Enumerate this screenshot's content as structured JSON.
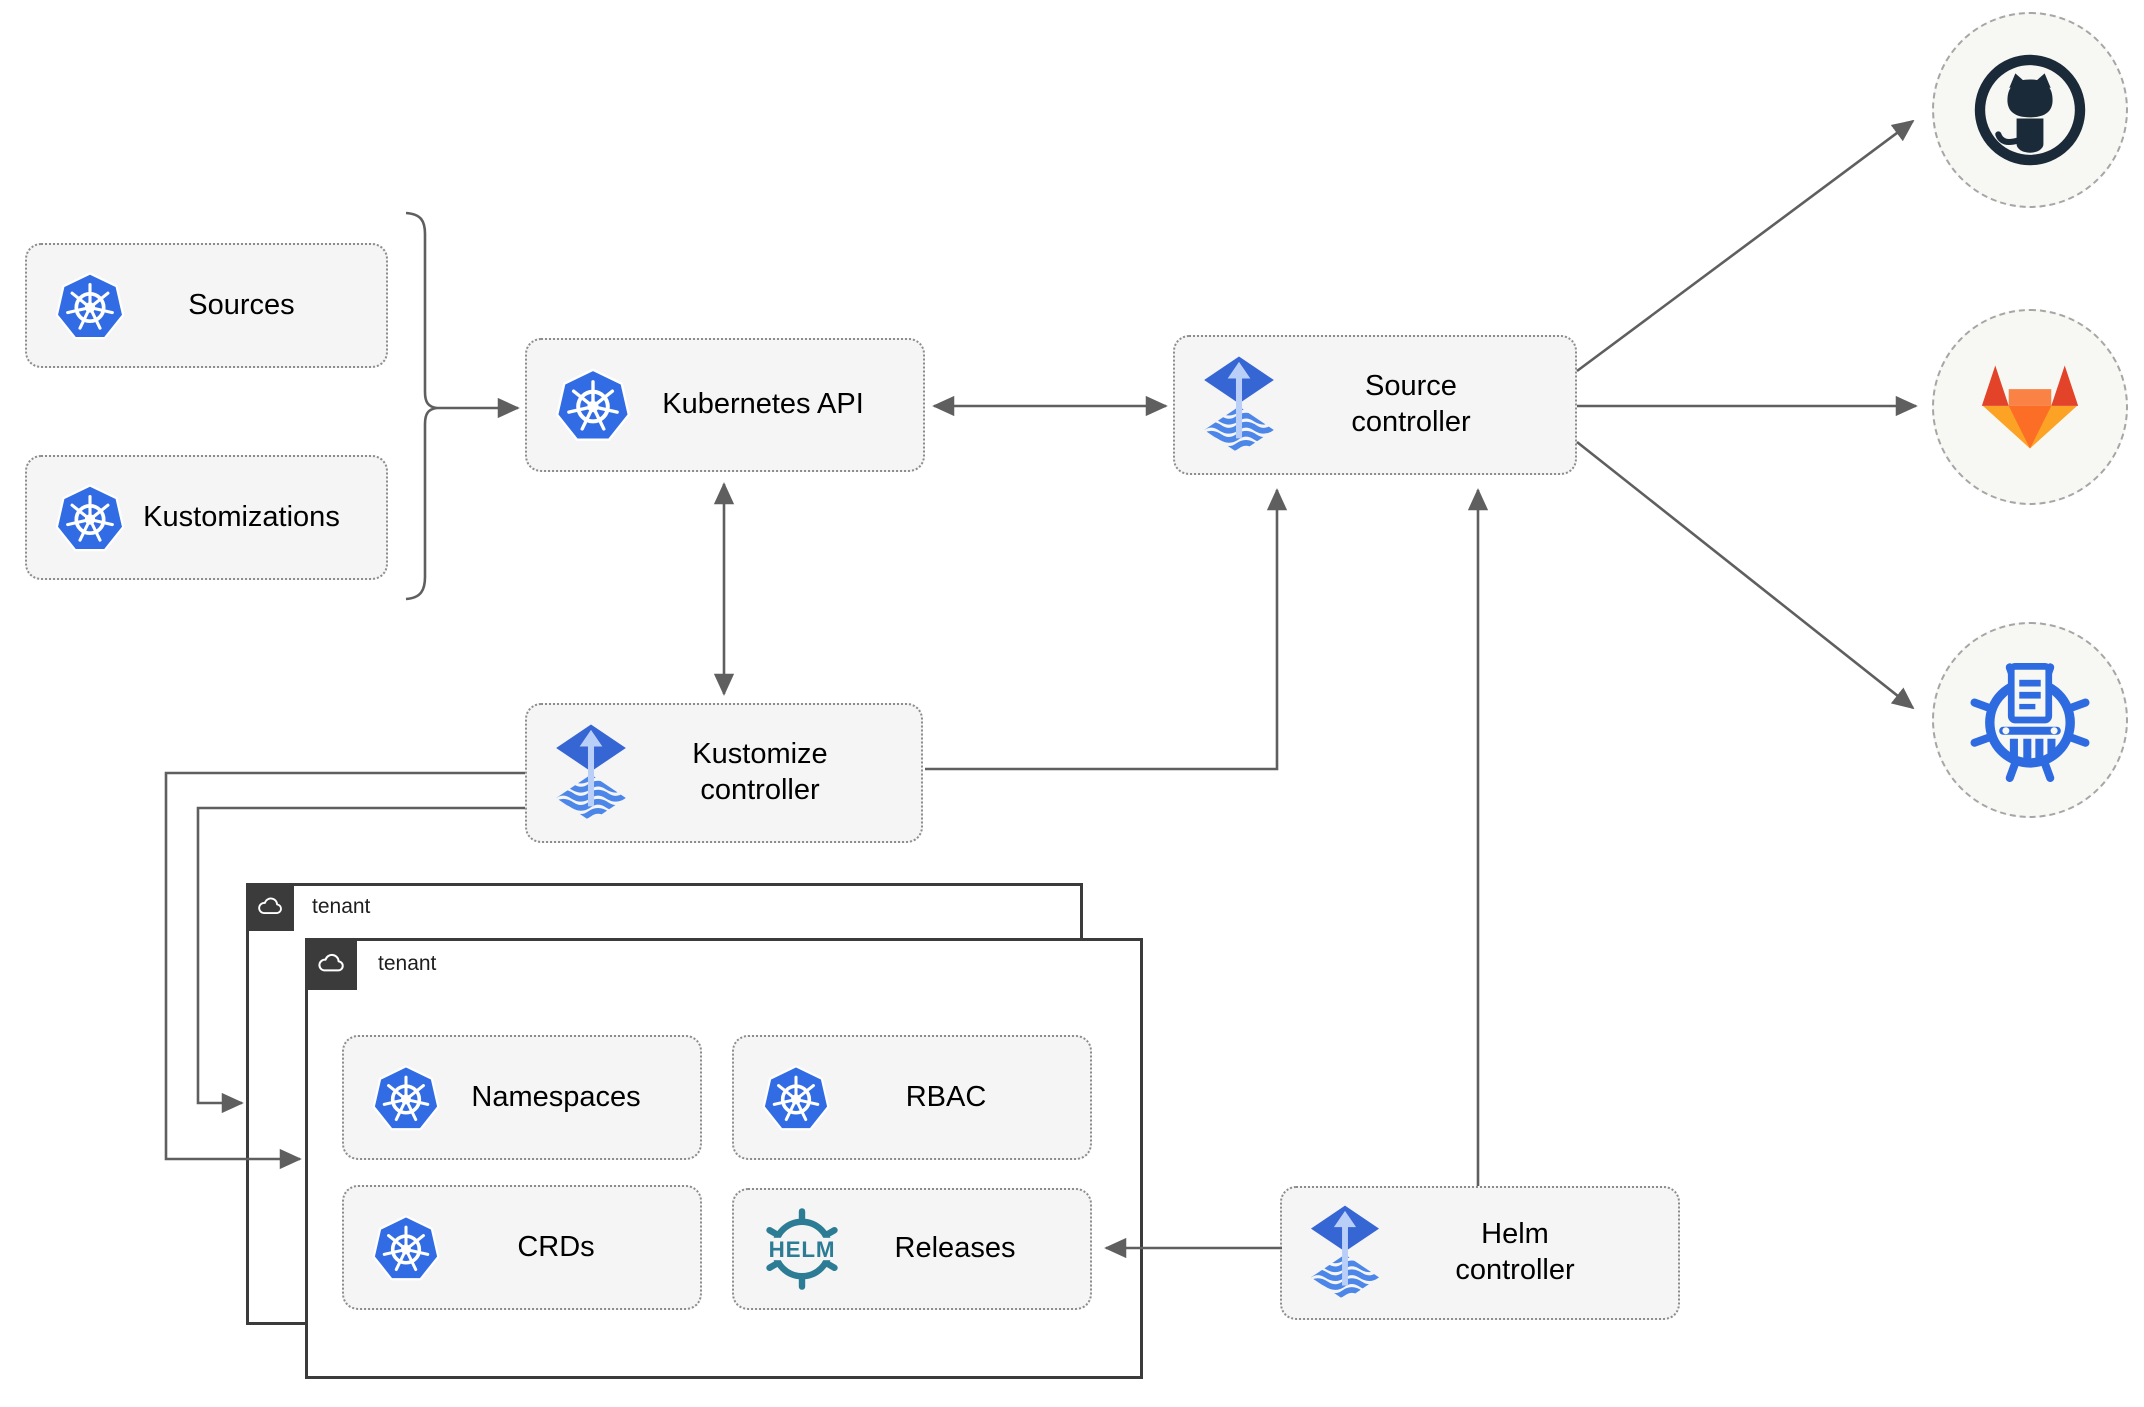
{
  "nodes": {
    "sources": {
      "label": "Sources"
    },
    "kustomizations": {
      "label": "Kustomizations"
    },
    "kubernetes_api": {
      "label": "Kubernetes API"
    },
    "source_controller": {
      "line1": "Source",
      "line2": "controller"
    },
    "kustomize_controller": {
      "line1": "Kustomize",
      "line2": "controller"
    },
    "helm_controller": {
      "line1": "Helm",
      "line2": "controller"
    },
    "namespaces": {
      "label": "Namespaces"
    },
    "rbac": {
      "label": "RBAC"
    },
    "crds": {
      "label": "CRDs"
    },
    "releases": {
      "label": "Releases"
    }
  },
  "tenants": {
    "back": {
      "label": "tenant"
    },
    "front": {
      "label": "tenant"
    }
  },
  "endpoints": {
    "github": {
      "icon": "github-icon"
    },
    "gitlab": {
      "icon": "gitlab-icon"
    },
    "helm_repository": {
      "icon": "chartmuseum-icon"
    }
  },
  "icons": {
    "helm_logo_text": "HELM"
  },
  "colors": {
    "kubernetes_blue": "#326CE5",
    "flux_blue": "#3665D4",
    "flux_arrow_light": "#B9CFF8",
    "helm_teal": "#2B7C94",
    "github_dark": "#1B2A38",
    "gitlab_red": "#E24329",
    "gitlab_orange": "#FC6D26",
    "gitlab_yellow": "#FCA326",
    "chartmuseum_blue": "#2F6BE0",
    "arrow_gray": "#5F5F5F",
    "node_fill": "#F5F5F5",
    "tenant_border": "#3B3B3B"
  }
}
